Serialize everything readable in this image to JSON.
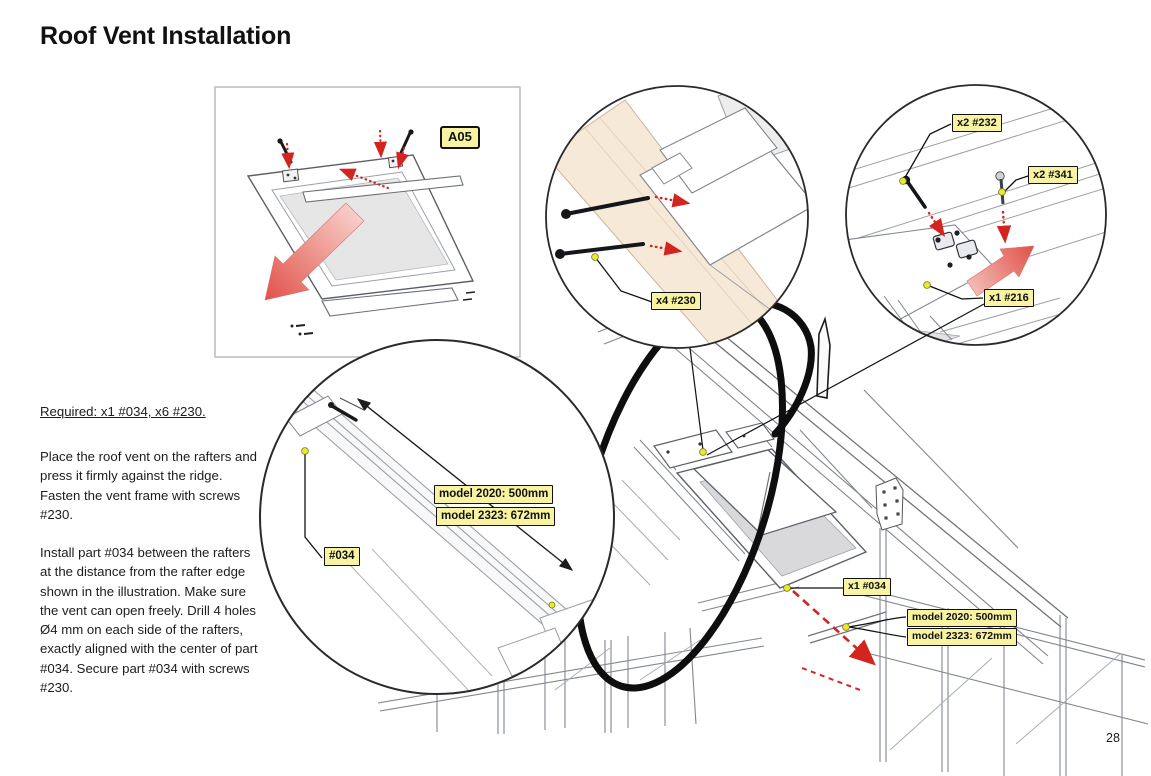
{
  "page": {
    "title": "Roof Vent Installation",
    "page_number": "28"
  },
  "instructions": {
    "required": "Required: x1 #034, x6 #230.",
    "step1": "Place the roof vent on the rafters and press it firmly against the ridge. Fasten the vent frame with screws #230.",
    "step2": "Install part #034 between the rafters at the distance from the rafter edge shown in the illustration. Make sure the vent can open freely. Drill 4 holes Ø4 mm on each side of the rafters, exactly aligned with the center of part #034. Secure part #034 with screws #230."
  },
  "diagram": {
    "inset_label": "A05",
    "callouts": {
      "screws_vent_frame": "x4 #230",
      "screws_232": "x2 #232",
      "screws_341": "x2 #341",
      "part_216": "x1 #216",
      "part_034": "#034",
      "part_034_main": "x1 #034",
      "dim_2020": "model 2020: 500mm",
      "dim_2323": "model 2323: 672mm"
    },
    "colors": {
      "callout_bg": "#f7f3a0",
      "callout_border": "#111111",
      "arrow_red": "#d42420",
      "rafter_wood": "#f6e9d7",
      "marker_dot": "#e8e838"
    }
  }
}
